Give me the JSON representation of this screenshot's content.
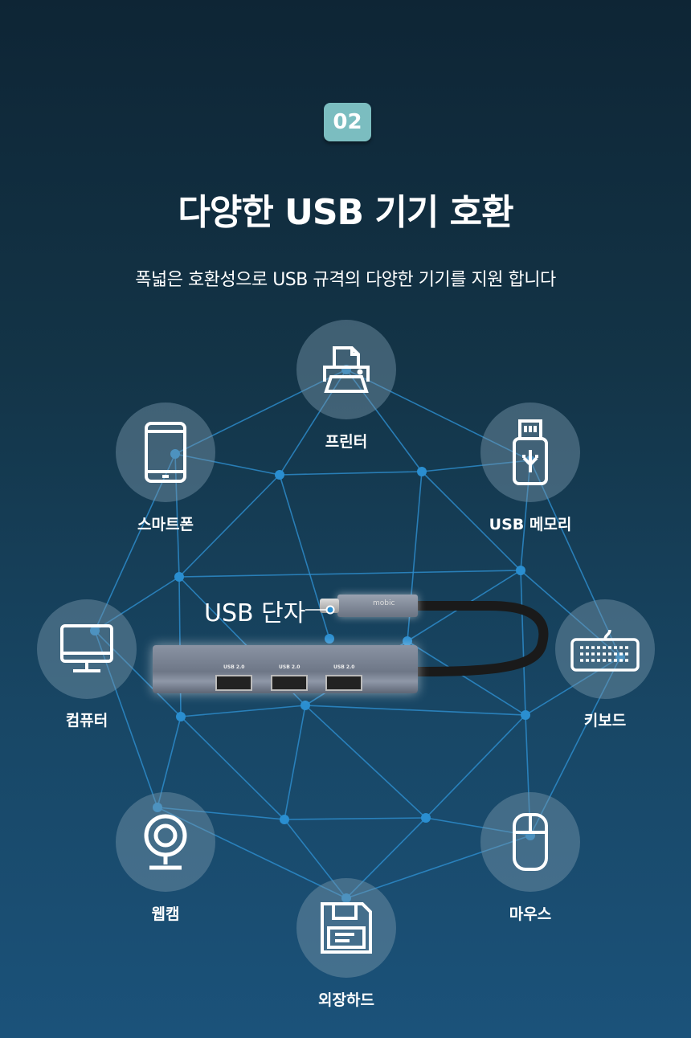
{
  "badge": "02",
  "title": "다양한 USB 기기 호환",
  "subtitle": "폭넓은 호환성으로 USB 규격의 다양한 기기를 지원 합니다",
  "callout": "USB 단자",
  "hub": {
    "port_label": "USB 2.0",
    "brand": "mobic"
  },
  "devices": [
    {
      "label": "프린터",
      "icon": "printer-icon"
    },
    {
      "label": "스마트폰",
      "icon": "smartphone-icon"
    },
    {
      "label": "USB 메모리",
      "icon": "usb-memory-icon"
    },
    {
      "label": "컴퓨터",
      "icon": "computer-icon"
    },
    {
      "label": "키보드",
      "icon": "keyboard-icon"
    },
    {
      "label": "웹캠",
      "icon": "webcam-icon"
    },
    {
      "label": "마우스",
      "icon": "mouse-icon"
    },
    {
      "label": "외장하드",
      "icon": "floppy-disk-icon"
    }
  ],
  "colors": {
    "badge": "#7bbdc0",
    "line": "#2e8fd0",
    "node": "#2a8ed0"
  }
}
